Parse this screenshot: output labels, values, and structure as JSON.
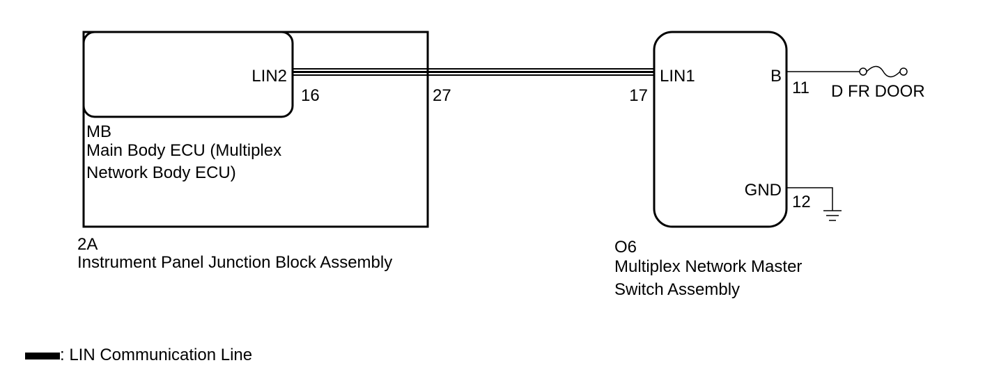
{
  "colors": {
    "line": "#000000",
    "background": "#ffffff"
  },
  "junction_block": {
    "code": "2A",
    "name": "Instrument Panel Junction Block Assembly",
    "terminal": "27"
  },
  "main_body_ecu": {
    "code": "MB",
    "name_line1": "Main Body ECU (Multiplex",
    "name_line2": "Network Body ECU)",
    "pin_name": "LIN2",
    "terminal": "16"
  },
  "master_switch": {
    "code": "O6",
    "name_line1": "Multiplex Network Master",
    "name_line2": "Switch Assembly",
    "lin_pin_name": "LIN1",
    "lin_terminal": "17",
    "power_pin_name": "B",
    "power_terminal": "11",
    "ground_pin_name": "GND",
    "ground_terminal": "12"
  },
  "fuse": {
    "label": "D FR DOOR",
    "icon": "fuse-icon"
  },
  "ground_icon": "ground-icon",
  "legend": {
    "text": ": LIN Communication Line",
    "icon": "lin-line-swatch"
  }
}
